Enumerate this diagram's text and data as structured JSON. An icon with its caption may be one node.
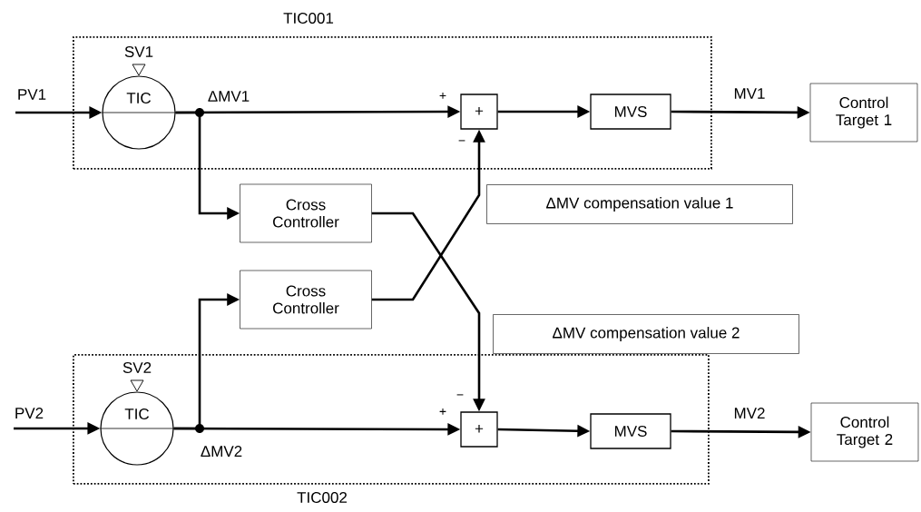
{
  "diagram": {
    "nodes": [
      {
        "text": [
          "TIC001"
        ]
      },
      {
        "text": [
          "TIC"
        ],
        "in": 0,
        "beside": [
          "SV1"
        ]
      },
      {
        "text": [
          "+"
        ],
        "in": 0
      },
      {
        "text": [
          "MVS"
        ],
        "in": 0
      },
      {
        "text": [
          "Control Target 1"
        ]
      },
      {
        "text": [
          "Cross Controller"
        ]
      },
      {
        "text": [
          "ΔMV compensation value 1"
        ]
      },
      {
        "text": [
          "Cross Controller"
        ]
      },
      {
        "text": [
          "ΔMV compensation value 2"
        ]
      },
      {
        "text": [
          "TIC002"
        ]
      },
      {
        "text": [
          "TIC"
        ],
        "in": 9,
        "beside": [
          "SV2"
        ]
      },
      {
        "text": [
          "+"
        ],
        "in": 9
      },
      {
        "text": [
          "MVS"
        ],
        "in": 9
      },
      {
        "text": [
          "Control Target 2"
        ]
      }
    ],
    "edges": [
      {
        "from": null,
        "to": 1,
        "arrow": "to",
        "label": "PV1"
      },
      {
        "from": 1,
        "to": 2,
        "arrow": "to",
        "label": "ΔMV1"
      },
      {
        "from": 1,
        "to": 5,
        "arrow": "to"
      },
      {
        "from": 2,
        "to": 3,
        "arrow": "to"
      },
      {
        "from": 3,
        "to": 4,
        "arrow": "to",
        "label": "MV1"
      },
      {
        "from": 5,
        "to": 11,
        "arrow": "to"
      },
      {
        "from": 7,
        "to": 2,
        "arrow": "to"
      },
      {
        "from": null,
        "to": 10,
        "arrow": "to",
        "label": "PV2"
      },
      {
        "from": 10,
        "to": 11,
        "arrow": "to",
        "label": "ΔMV2"
      },
      {
        "from": 10,
        "to": 7,
        "arrow": "to"
      },
      {
        "from": 11,
        "to": 12,
        "arrow": "to"
      },
      {
        "from": 12,
        "to": 13,
        "arrow": "to",
        "label": "MV2"
      }
    ],
    "labels": [
      "+",
      "−",
      "−",
      "+"
    ]
  }
}
